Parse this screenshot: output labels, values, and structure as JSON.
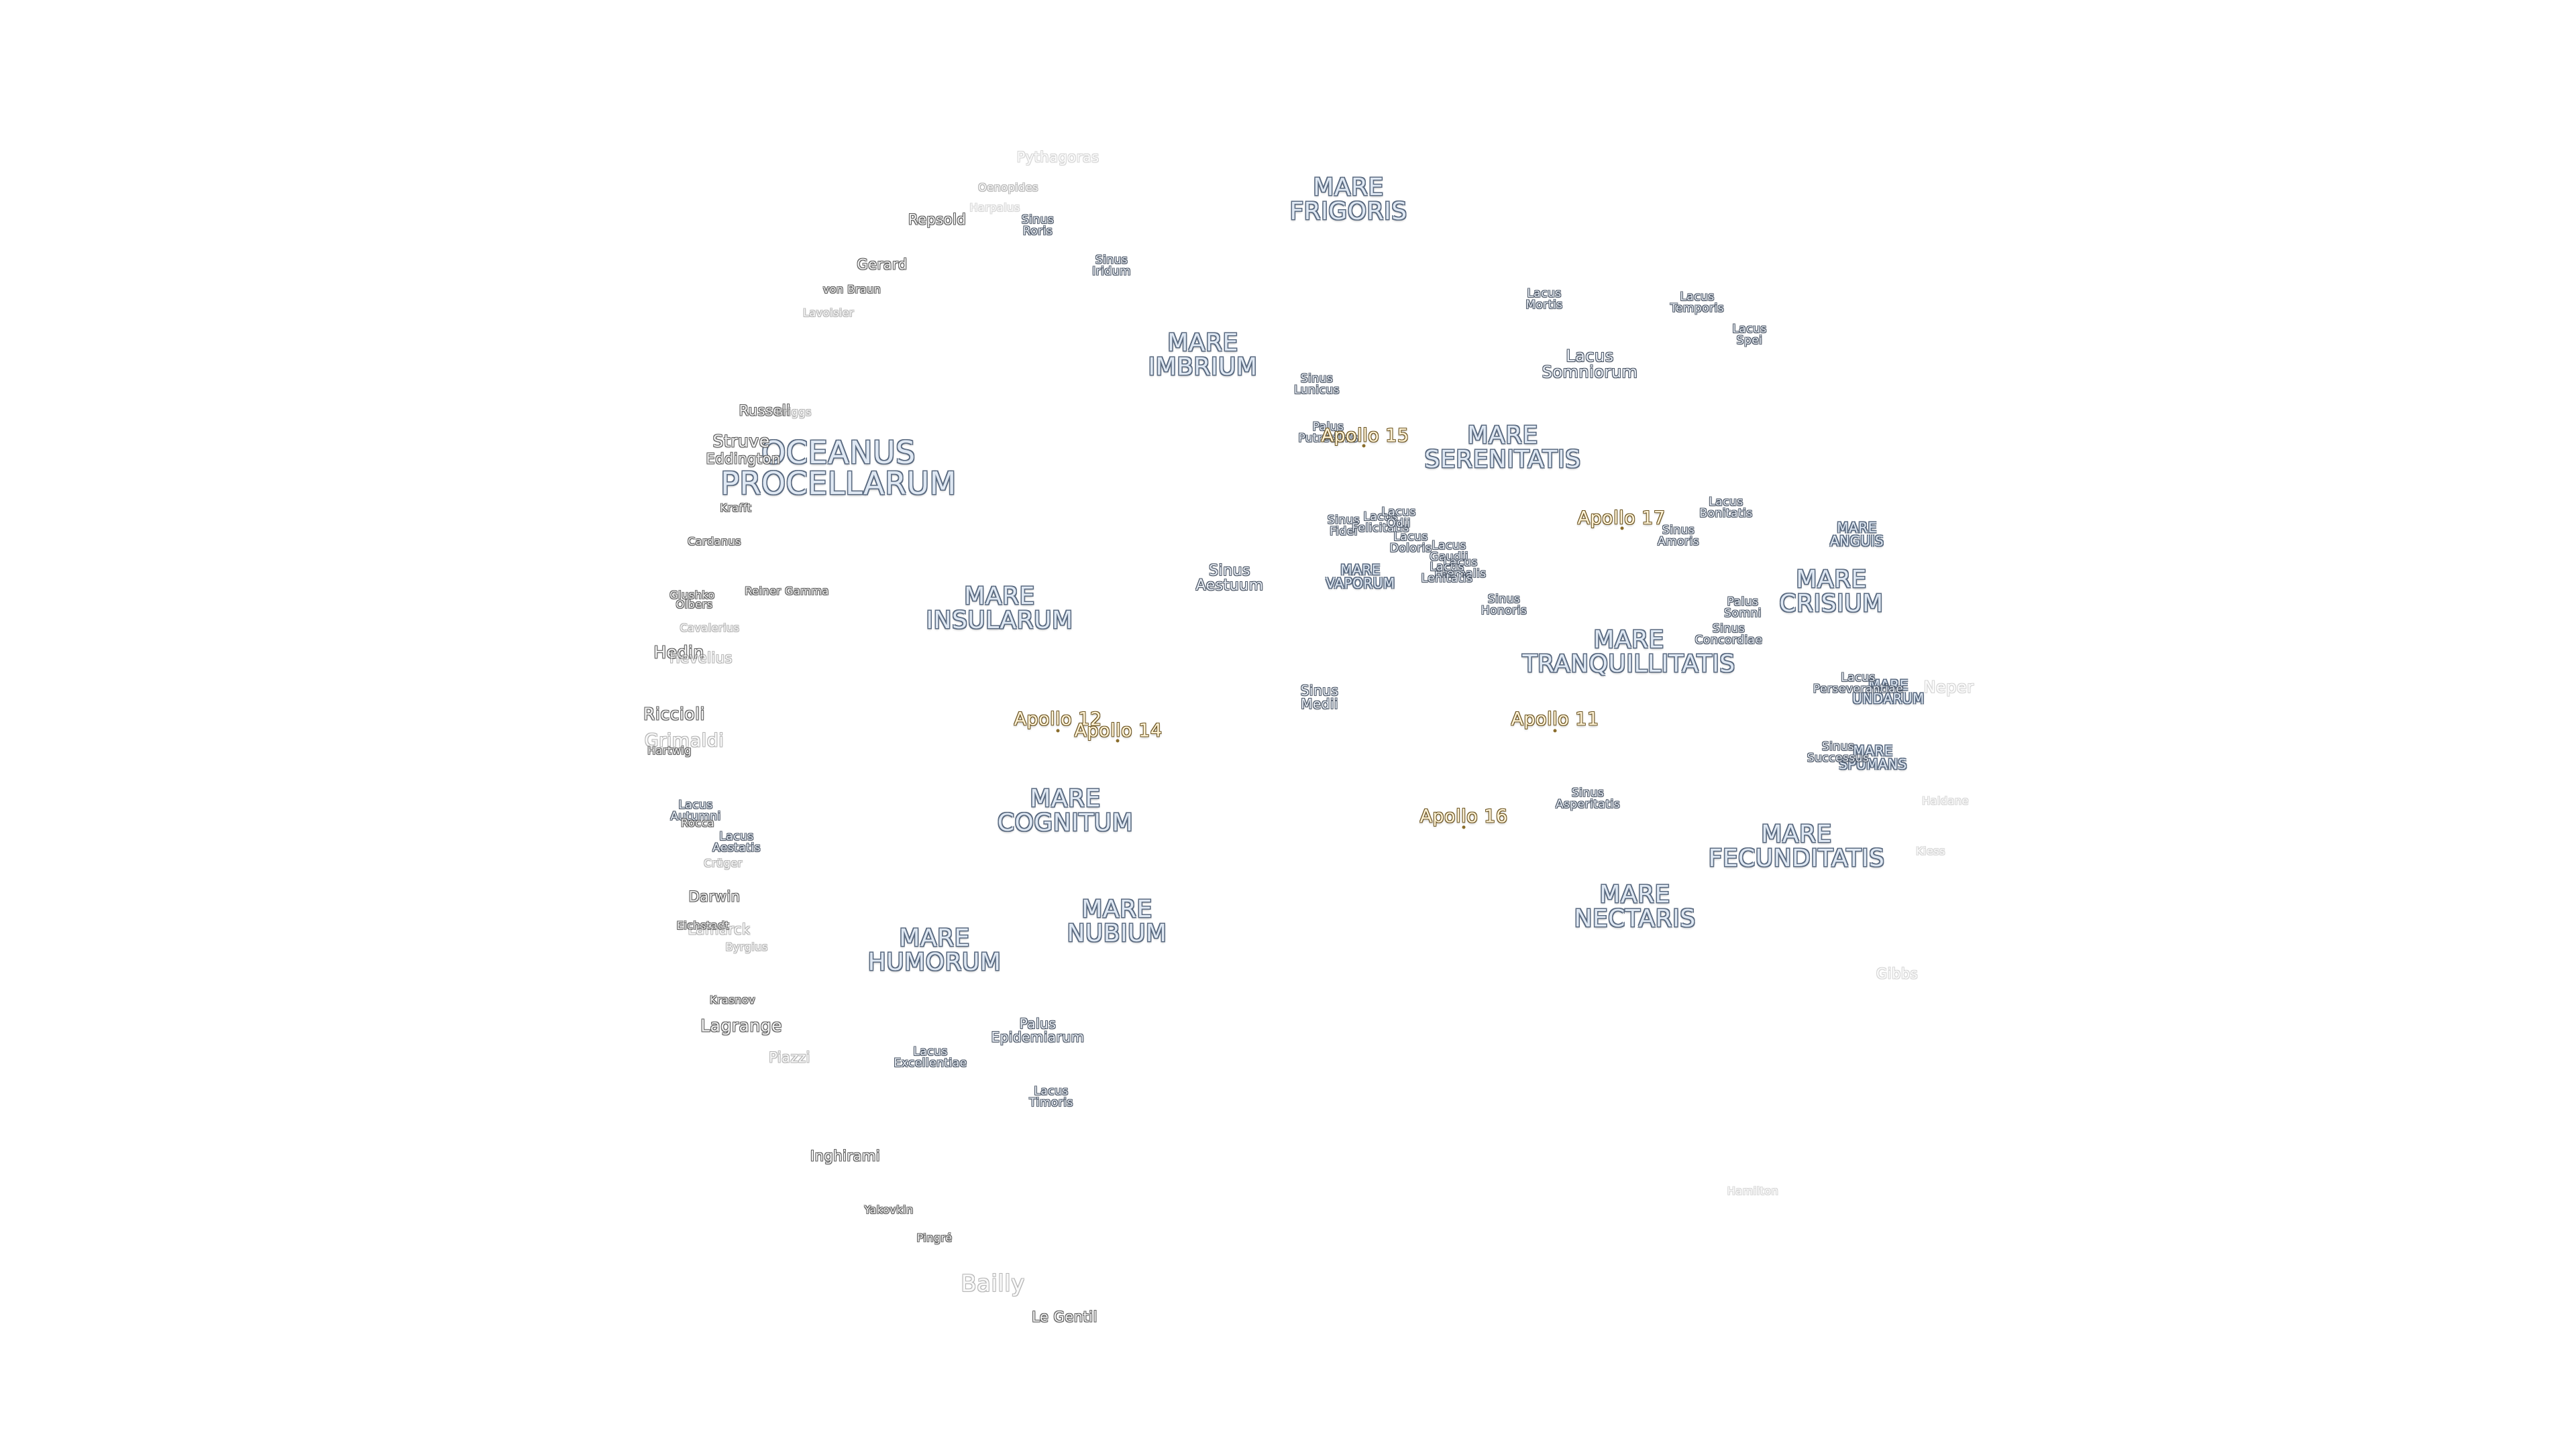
{
  "maria": [
    {
      "id": "oceanus-procellarum",
      "text": "OCEANUS\nPROCELLARUM",
      "size": "xl"
    },
    {
      "id": "mare-frigoris",
      "text": "MARE\nFRIGORIS"
    },
    {
      "id": "mare-imbrium",
      "text": "MARE\nIMBRIUM"
    },
    {
      "id": "mare-serenitatis",
      "text": "MARE\nSERENITATIS"
    },
    {
      "id": "mare-insularum",
      "text": "MARE\nINSULARUM"
    },
    {
      "id": "mare-vaporum",
      "text": "MARE\nVAPORUM",
      "size": "s"
    },
    {
      "id": "mare-crisium",
      "text": "MARE\nCRISIUM"
    },
    {
      "id": "mare-tranquillitatis",
      "text": "MARE\nTRANQUILLITATIS"
    },
    {
      "id": "mare-cognitum",
      "text": "MARE\nCOGNITUM"
    },
    {
      "id": "mare-nubium",
      "text": "MARE\nNUBIUM"
    },
    {
      "id": "mare-humorum",
      "text": "MARE\nHUMORUM"
    },
    {
      "id": "mare-nectaris",
      "text": "MARE\nNECTARIS"
    },
    {
      "id": "mare-fecunditatis",
      "text": "MARE\nFECUNDITATIS"
    },
    {
      "id": "mare-anguis",
      "text": "MARE\nANGUIS",
      "size": "s"
    },
    {
      "id": "mare-undarum",
      "text": "MARE\nUNDARUM",
      "size": "s"
    },
    {
      "id": "mare-spumans",
      "text": "MARE\nSPUMANS",
      "size": "s"
    }
  ],
  "minor_features": [
    {
      "id": "sinus-roris",
      "text": "Sinus\nRoris"
    },
    {
      "id": "sinus-iridum",
      "text": "Sinus\nIridum"
    },
    {
      "id": "lacus-mortis",
      "text": "Lacus\nMortis"
    },
    {
      "id": "lacus-temporis",
      "text": "Lacus\nTemporis"
    },
    {
      "id": "lacus-spei",
      "text": "Lacus\nSpei"
    },
    {
      "id": "lacus-somniorum",
      "text": "Lacus\nSomniorum",
      "size": "l"
    },
    {
      "id": "sinus-lunicus",
      "text": "Sinus\nLunicus"
    },
    {
      "id": "palus-putredinis",
      "text": "Palus\nPutredinis"
    },
    {
      "id": "sinus-fidei",
      "text": "Sinus\nFidei"
    },
    {
      "id": "lacus-felicitatis",
      "text": "Lacus\nFelicitatis"
    },
    {
      "id": "lacus-odii",
      "text": "Lacus\nOdii"
    },
    {
      "id": "lacus-doloris",
      "text": "Lacus\nDoloris"
    },
    {
      "id": "lacus-gaudii",
      "text": "Lacus\nGaudii"
    },
    {
      "id": "lacus-hiemalis",
      "text": "Lacus\nHiemalis"
    },
    {
      "id": "lacus-lenitatis",
      "text": "Lacus\nLenitatis"
    },
    {
      "id": "sinus-aestuum",
      "text": "Sinus\nAestuum",
      "size": "l"
    },
    {
      "id": "sinus-honoris",
      "text": "Sinus\nHonoris"
    },
    {
      "id": "lacus-bonitatis",
      "text": "Lacus\nBonitatis"
    },
    {
      "id": "sinus-amoris",
      "text": "Sinus\nAmoris"
    },
    {
      "id": "palus-somni",
      "text": "Palus\nSomni"
    },
    {
      "id": "sinus-concordiae",
      "text": "Sinus\nConcordiae"
    },
    {
      "id": "lacus-perseverantiae",
      "text": "Lacus\nPerseverantiae"
    },
    {
      "id": "sinus-medii",
      "text": "Sinus\nMedii",
      "size": "l"
    },
    {
      "id": "sinus-successus",
      "text": "Sinus\nSuccessus"
    },
    {
      "id": "sinus-asperitatis",
      "text": "Sinus\nAsperitatis"
    },
    {
      "id": "lacus-autumni",
      "text": "Lacus\nAutumni"
    },
    {
      "id": "lacus-aestatis",
      "text": "Lacus\nAestatis"
    },
    {
      "id": "palus-epidemiarum",
      "text": "Palus\nEpidemiarum",
      "size": "l"
    },
    {
      "id": "lacus-excellentiae",
      "text": "Lacus\nExcellentiae"
    },
    {
      "id": "lacus-timoris",
      "text": "Lacus\nTimoris"
    }
  ],
  "craters": [
    {
      "id": "pythagoras",
      "text": "Pythagoras",
      "vis": "fainter"
    },
    {
      "id": "oenopides",
      "text": "Oenopides",
      "vis": "faint",
      "size": "s"
    },
    {
      "id": "harpalus",
      "text": "Harpalus",
      "vis": "fainter",
      "size": "s"
    },
    {
      "id": "repsold",
      "text": "Repsold"
    },
    {
      "id": "gerard",
      "text": "Gerard"
    },
    {
      "id": "von-braun",
      "text": "von Braun",
      "size": "s"
    },
    {
      "id": "lavoisier",
      "text": "Lavoisier",
      "vis": "faint",
      "size": "s"
    },
    {
      "id": "russell",
      "text": "Russell"
    },
    {
      "id": "briggs",
      "text": "Briggs",
      "vis": "faint",
      "size": "s"
    },
    {
      "id": "struve",
      "text": "Struve",
      "size": "l"
    },
    {
      "id": "eddington",
      "text": "Eddington"
    },
    {
      "id": "krafft",
      "text": "Krafft",
      "size": "s"
    },
    {
      "id": "cardanus",
      "text": "Cardanus",
      "size": "s"
    },
    {
      "id": "reiner-gamma",
      "text": "Reiner Gamma",
      "size": "s"
    },
    {
      "id": "glushko",
      "text": "Glushko",
      "size": "s"
    },
    {
      "id": "olbers",
      "text": "Olbers",
      "size": "s"
    },
    {
      "id": "cavalerius",
      "text": "Cavalerius",
      "vis": "faint",
      "size": "s"
    },
    {
      "id": "hedin",
      "text": "Hedin",
      "size": "l"
    },
    {
      "id": "hevelius",
      "text": "Hevelius",
      "vis": "faint"
    },
    {
      "id": "riccioli",
      "text": "Riccioli",
      "size": "l"
    },
    {
      "id": "grimaldi",
      "text": "Grimaldi",
      "vis": "faint",
      "size": "l"
    },
    {
      "id": "hartwig",
      "text": "Hartwig",
      "size": "s"
    },
    {
      "id": "rocca",
      "text": "Rocca",
      "size": "s"
    },
    {
      "id": "cruger",
      "text": "Crüger",
      "vis": "faint",
      "size": "s"
    },
    {
      "id": "darwin",
      "text": "Darwin"
    },
    {
      "id": "eichstadt",
      "text": "Eichstadt",
      "size": "s"
    },
    {
      "id": "lamarck",
      "text": "Lamarck",
      "vis": "faint"
    },
    {
      "id": "byrgius",
      "text": "Byrgius",
      "vis": "faint",
      "size": "s"
    },
    {
      "id": "krasnov",
      "text": "Krasnov",
      "size": "s"
    },
    {
      "id": "lagrange",
      "text": "Lagrange",
      "size": "l"
    },
    {
      "id": "piazzi",
      "text": "Piazzi",
      "vis": "faint"
    },
    {
      "id": "inghirami",
      "text": "Inghirami"
    },
    {
      "id": "yakovkin",
      "text": "Yakovkin",
      "size": "s"
    },
    {
      "id": "pingre",
      "text": "Pingré",
      "size": "s"
    },
    {
      "id": "bailly",
      "text": "Bailly",
      "vis": "faint",
      "size": "xl"
    },
    {
      "id": "le-gentil",
      "text": "Le Gentil"
    },
    {
      "id": "neper",
      "text": "Neper",
      "vis": "fainter"
    },
    {
      "id": "haldane",
      "text": "Haldane",
      "vis": "fainter",
      "size": "s"
    },
    {
      "id": "kiess",
      "text": "Kiess",
      "vis": "fainter",
      "size": "s"
    },
    {
      "id": "gibbs",
      "text": "Gibbs",
      "vis": "fainter"
    },
    {
      "id": "hamilton",
      "text": "Hamilton",
      "vis": "fainter",
      "size": "s"
    }
  ],
  "apollo_sites": [
    {
      "id": "apollo-15",
      "text": "Apollo 15"
    },
    {
      "id": "apollo-17",
      "text": "Apollo 17"
    },
    {
      "id": "apollo-12",
      "text": "Apollo 12"
    },
    {
      "id": "apollo-14",
      "text": "Apollo 14"
    },
    {
      "id": "apollo-11",
      "text": "Apollo 11"
    },
    {
      "id": "apollo-16",
      "text": "Apollo 16"
    }
  ]
}
